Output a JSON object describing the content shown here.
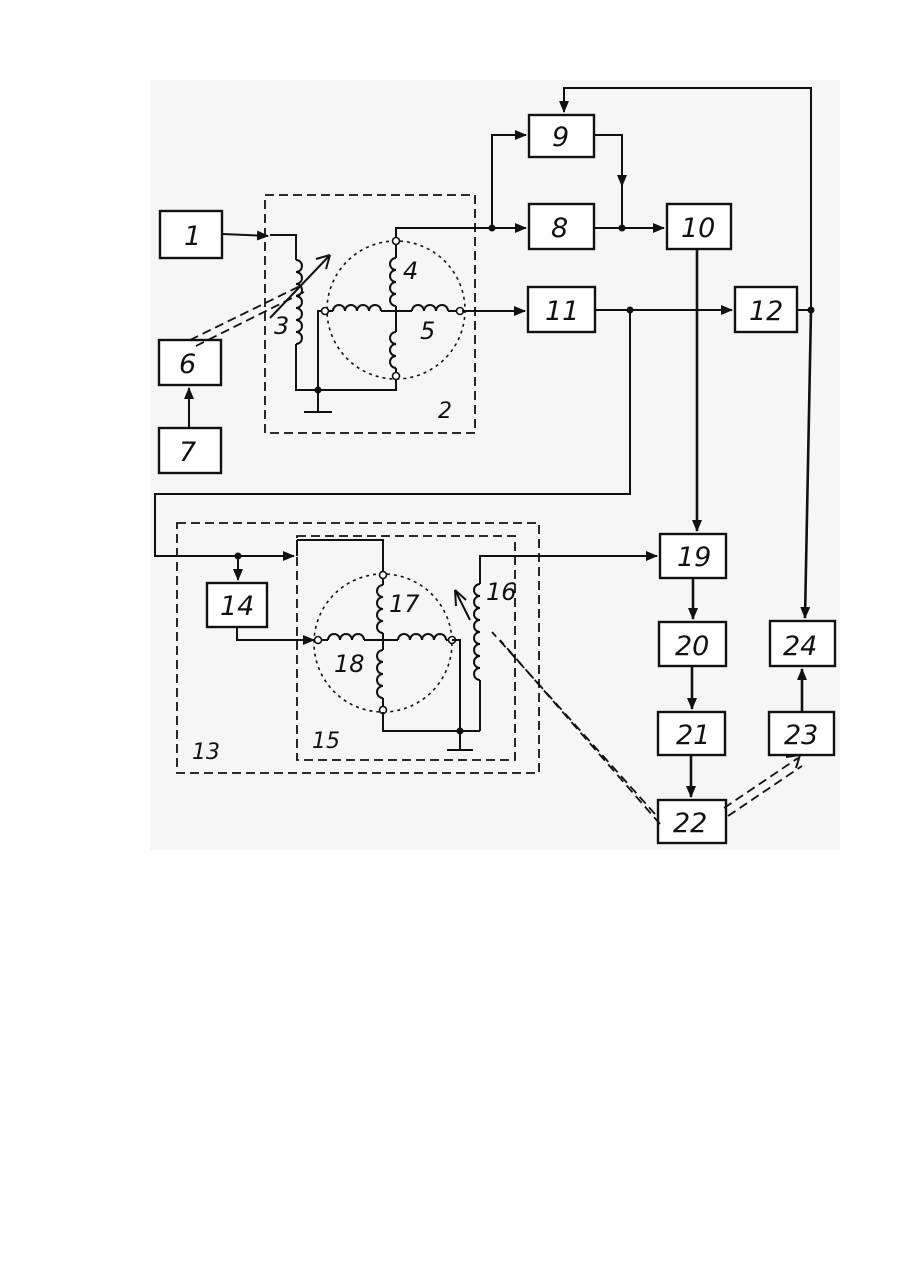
{
  "blocks": {
    "b1": "1",
    "b6": "6",
    "b7": "7",
    "b8": "8",
    "b9": "9",
    "b10": "10",
    "b11": "11",
    "b12": "12",
    "b14": "14",
    "b19": "19",
    "b20": "20",
    "b21": "21",
    "b22": "22",
    "b23": "23",
    "b24": "24"
  },
  "groups": {
    "g2": "2",
    "g13": "13",
    "g15": "15"
  },
  "coils": {
    "c3": "3",
    "c4": "4",
    "c5": "5",
    "c16": "16",
    "c17": "17",
    "c18": "18"
  }
}
